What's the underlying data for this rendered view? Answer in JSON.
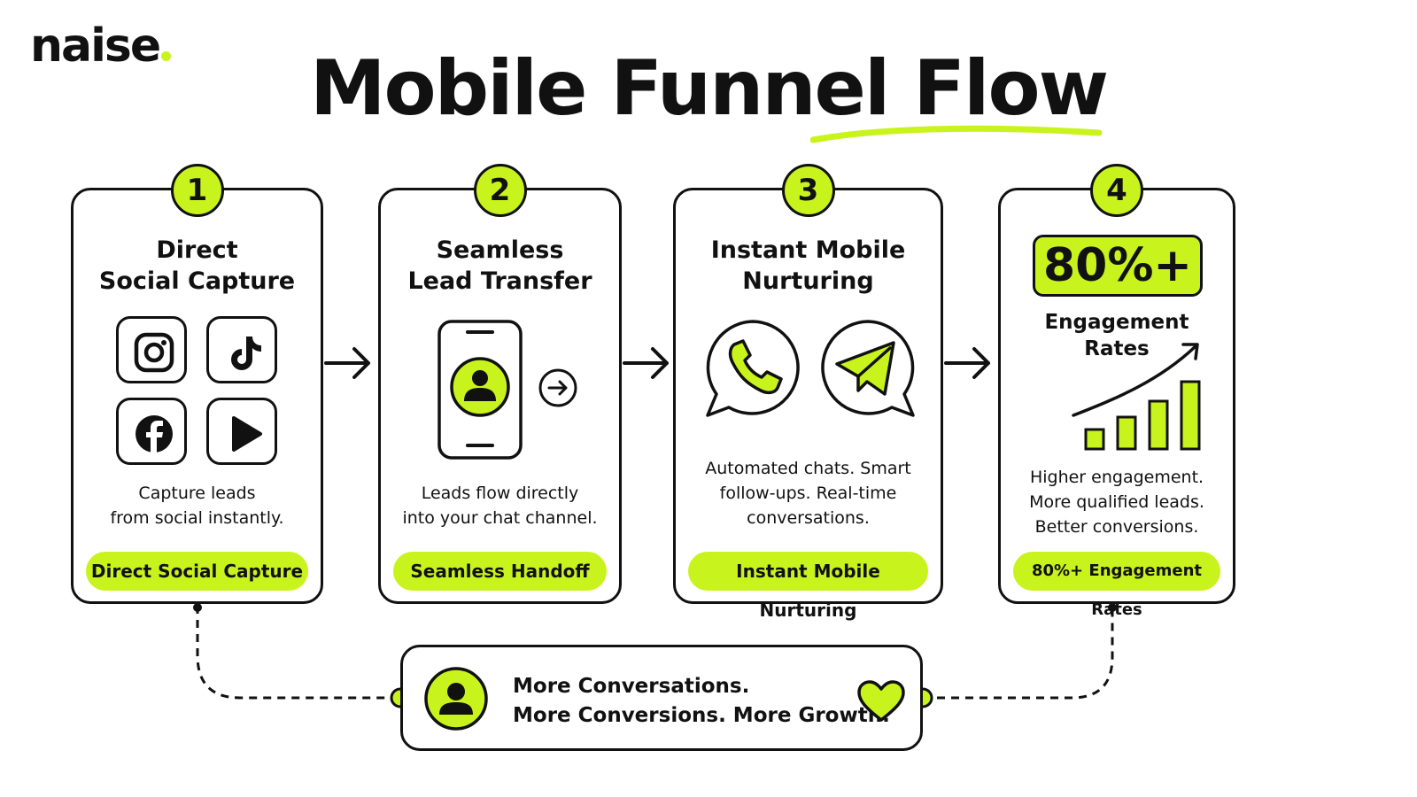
{
  "brand": {
    "logo_text": "naise",
    "accent_color": "#c9f31d"
  },
  "title": "Mobile Funnel Flow",
  "steps": [
    {
      "number": "1",
      "title_line1": "Direct",
      "title_line2": "Social Capture",
      "icons": [
        "instagram-icon",
        "tiktok-icon",
        "facebook-icon",
        "youtube-play-icon"
      ],
      "desc_line1": "Capture leads",
      "desc_line2": "from social instantly.",
      "pill": "Direct Social Capture"
    },
    {
      "number": "2",
      "title_line1": "Seamless",
      "title_line2": "Lead Transfer",
      "icons": [
        "smartphone-icon",
        "user-icon",
        "arrow-right-circle-icon"
      ],
      "desc_line1": "Leads flow directly",
      "desc_line2": "into your chat channel.",
      "pill": "Seamless Handoff"
    },
    {
      "number": "3",
      "title_line1": "Instant Mobile",
      "title_line2": "Nurturing",
      "icons": [
        "whatsapp-icon",
        "telegram-icon"
      ],
      "desc_line1": "Automated chats. Smart",
      "desc_line2": "follow-ups. Real-time",
      "desc_line3": "conversations.",
      "pill": "Instant Mobile Nurturing"
    },
    {
      "number": "4",
      "stat": "80%+",
      "stat_label_line1": "Engagement",
      "stat_label_line2": "Rates",
      "icons": [
        "growth-chart-icon"
      ],
      "desc_line1": "Higher engagement.",
      "desc_line2": "More qualified leads.",
      "desc_line3": "Better conversions.",
      "pill": "80%+ Engagement Rates"
    }
  ],
  "summary": {
    "line1": "More Conversations.",
    "line2": "More Conversions. More Growth.",
    "icons": [
      "user-icon",
      "heart-icon"
    ]
  }
}
